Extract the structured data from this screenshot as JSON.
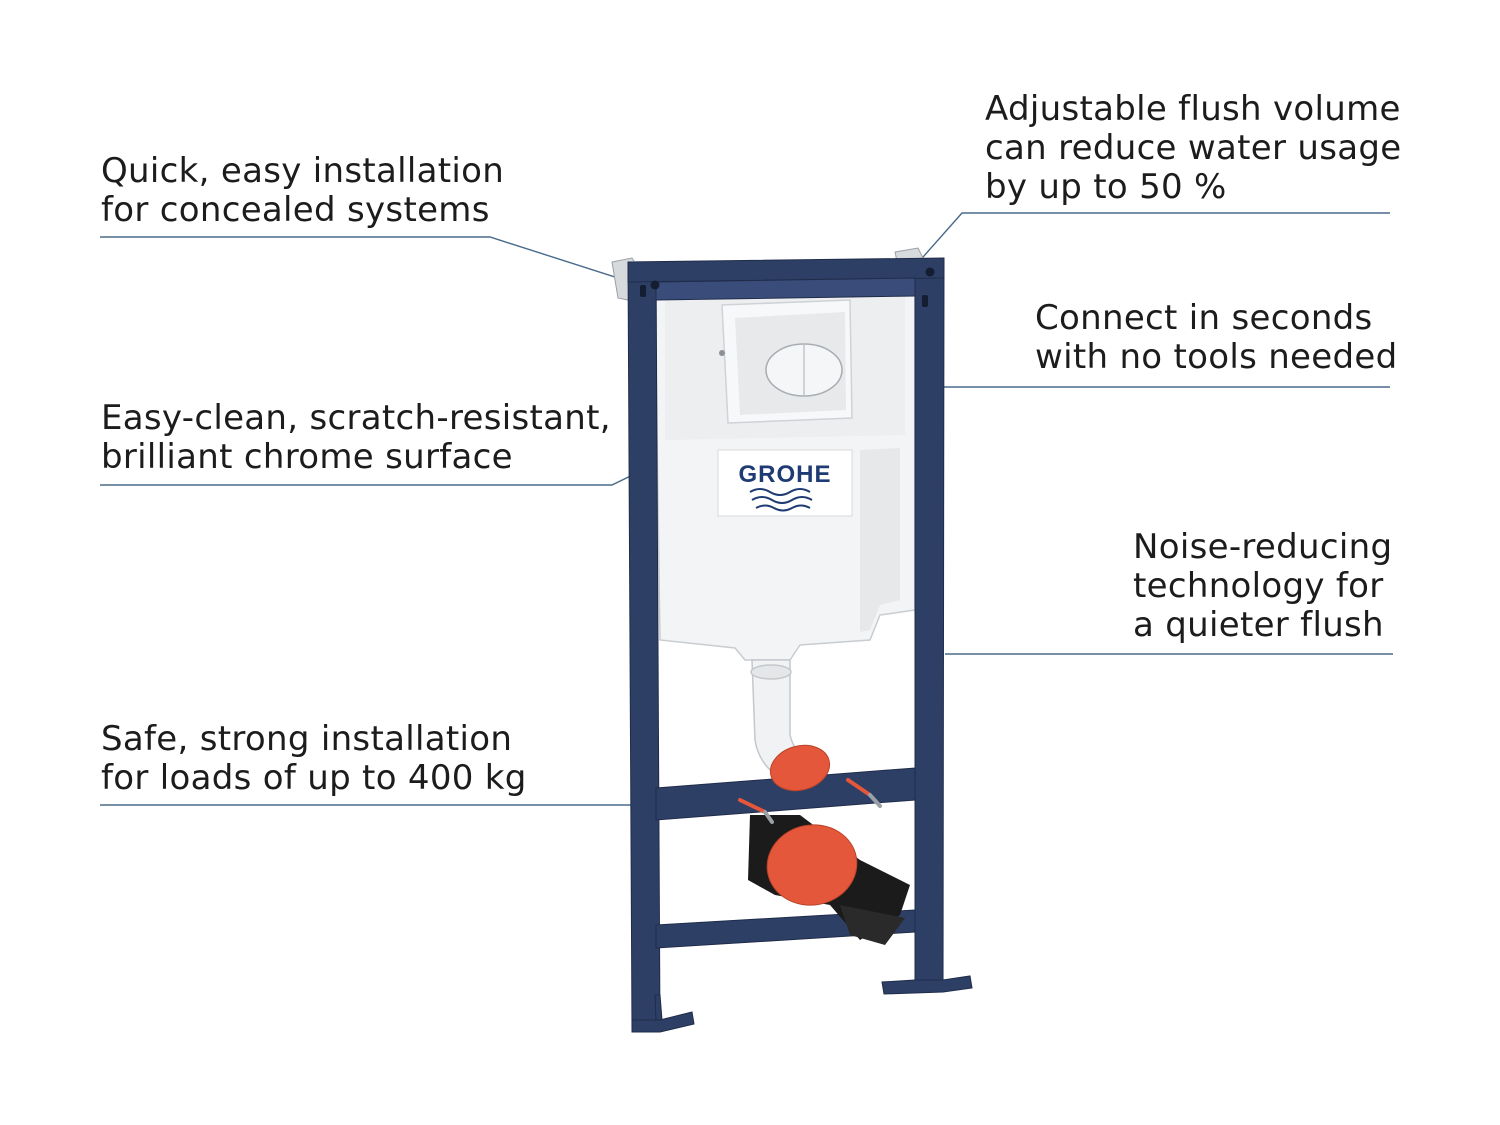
{
  "callouts": {
    "installation": {
      "lines": [
        "Quick, easy installation",
        "for concealed systems"
      ]
    },
    "chrome": {
      "lines": [
        "Easy-clean, scratch-resistant,",
        "brilliant chrome surface"
      ]
    },
    "strength": {
      "lines": [
        "Safe, strong installation",
        "for loads of up to 400 kg"
      ]
    },
    "flush_volume": {
      "lines": [
        "Adjustable flush volume",
        "can reduce water usage",
        "by up to 50 %"
      ]
    },
    "connect": {
      "lines": [
        "Connect in seconds",
        "with no tools needed"
      ]
    },
    "noise": {
      "lines": [
        "Noise-reducing",
        "technology for",
        "a quieter flush"
      ]
    }
  },
  "product": {
    "brand_logo_text": "GROHE",
    "frame_color": "#2e3f66",
    "cistern_color": "#f3f4f5",
    "cap_color": "#e4573a",
    "leader_line_color": "#4a6a8a"
  }
}
